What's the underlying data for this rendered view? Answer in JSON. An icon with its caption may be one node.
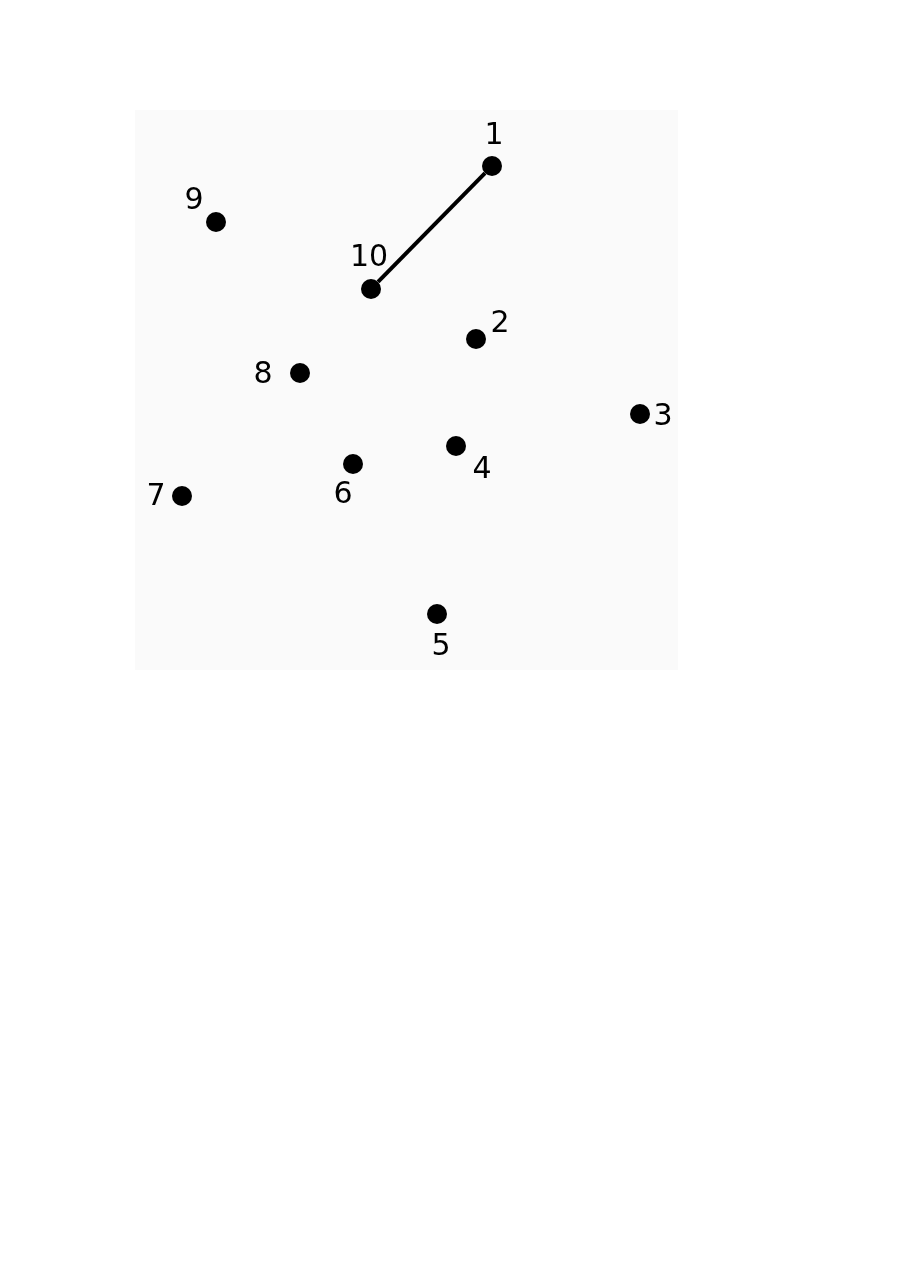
{
  "diagram": {
    "nodes": [
      {
        "text": [],
        "shape": "circle",
        "beside": [
          "1"
        ]
      },
      {
        "text": [],
        "shape": "circle",
        "beside": [
          "2"
        ]
      },
      {
        "text": [],
        "shape": "circle",
        "beside": [
          "3"
        ]
      },
      {
        "text": [],
        "shape": "circle",
        "beside": [
          "4"
        ]
      },
      {
        "text": [],
        "shape": "circle",
        "beside": [
          "5"
        ]
      },
      {
        "text": [],
        "shape": "circle",
        "beside": [
          "6"
        ]
      },
      {
        "text": [],
        "shape": "circle",
        "beside": [
          "7"
        ]
      },
      {
        "text": [],
        "shape": "circle",
        "beside": [
          "8"
        ]
      },
      {
        "text": [],
        "shape": "circle",
        "beside": [
          "9"
        ]
      },
      {
        "text": [],
        "shape": "circle",
        "beside": [
          "10"
        ]
      }
    ],
    "edges": [
      {
        "from": 9,
        "to": 0,
        "arrow": "none"
      }
    ]
  }
}
